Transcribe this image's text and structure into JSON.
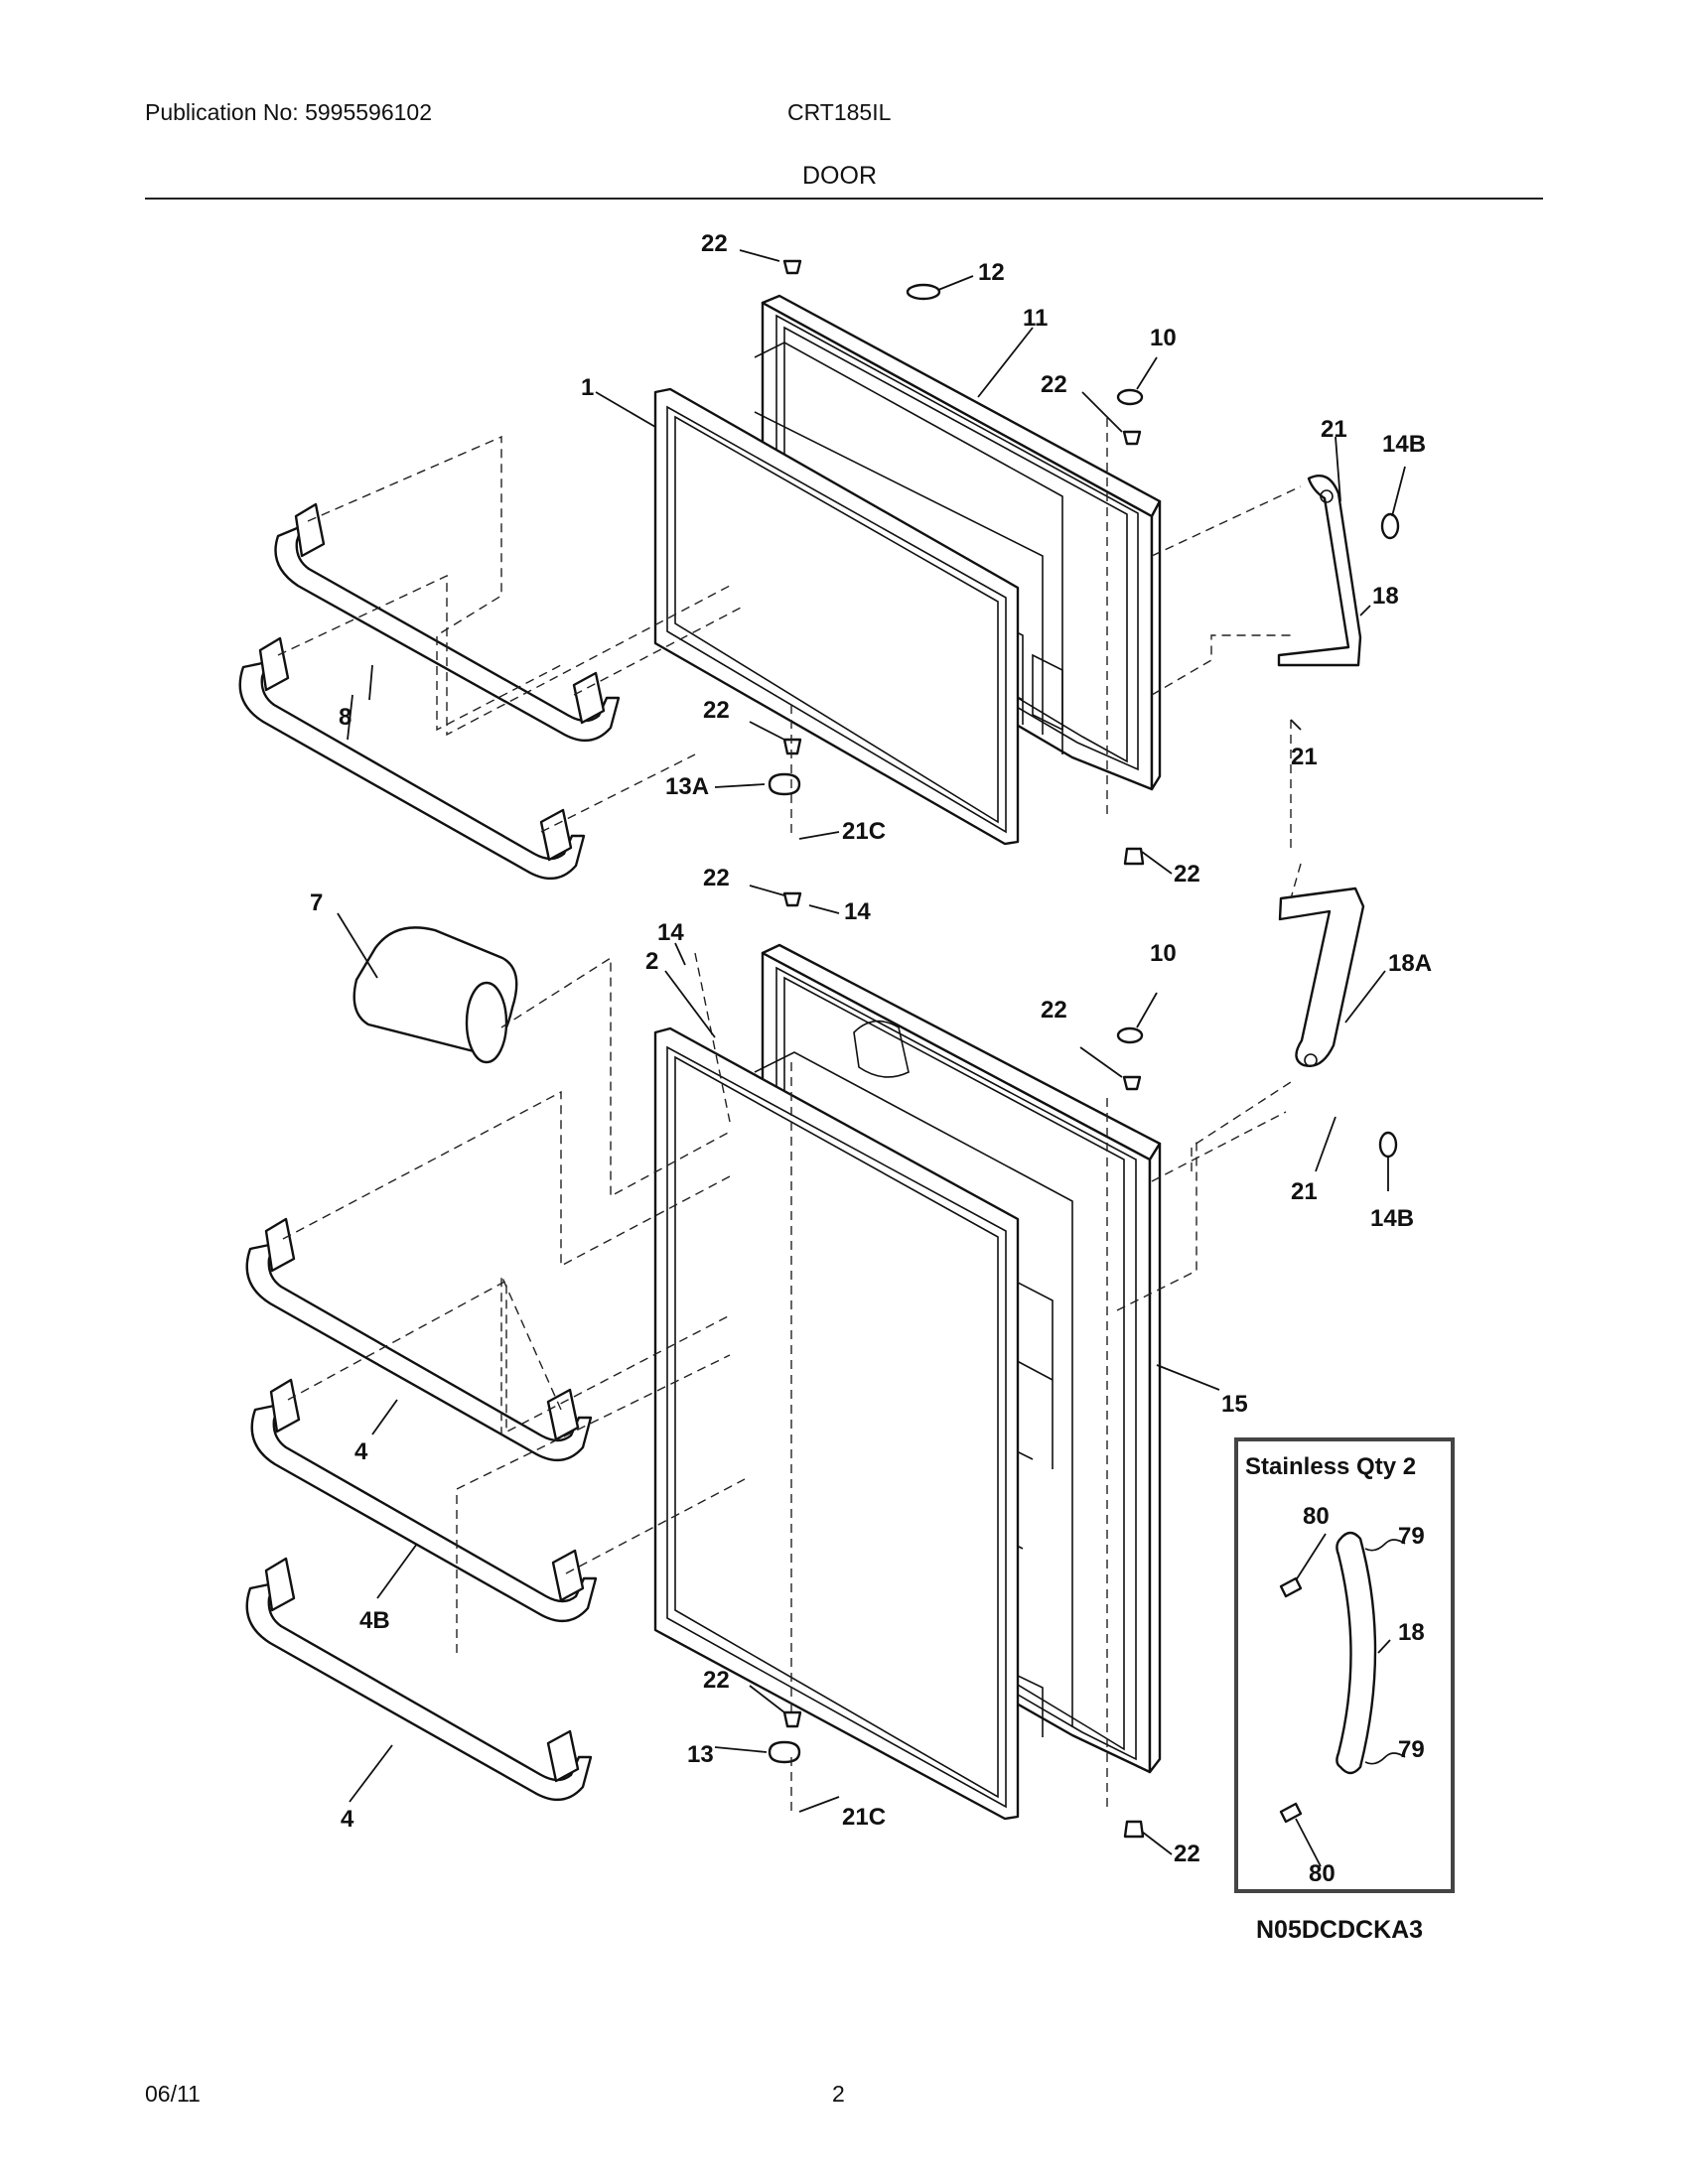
{
  "header": {
    "publication": "Publication No: 5995596102",
    "model": "CRT185IL",
    "section": "DOOR"
  },
  "footer": {
    "date": "06/11",
    "page": "2"
  },
  "callouts": {
    "c22a": "22",
    "c12": "12",
    "c11": "11",
    "c10a": "10",
    "c22b": "22",
    "c1": "1",
    "c21a": "21",
    "c14Ba": "14B",
    "c18": "18",
    "c8": "8",
    "c22c": "22",
    "c21b": "21",
    "c13A": "13A",
    "c21Ca": "21C",
    "c22d": "22",
    "c7": "7",
    "c22e": "22",
    "c14a": "14",
    "c14b": "14",
    "c10b": "10",
    "c2": "2",
    "c22f": "22",
    "c18A": "18A",
    "c21c": "21",
    "c14Bb": "14B",
    "c15": "15",
    "c4a": "4",
    "c4B": "4B",
    "c4b": "4",
    "c22g": "22",
    "c13": "13",
    "c21Cb": "21C",
    "c22h": "22"
  },
  "inset": {
    "title": "Stainless  Qty 2",
    "c80a": "80",
    "c79a": "79",
    "c18": "18",
    "c79b": "79",
    "c80b": "80"
  },
  "diagram_code": "N05DCDCKA3"
}
